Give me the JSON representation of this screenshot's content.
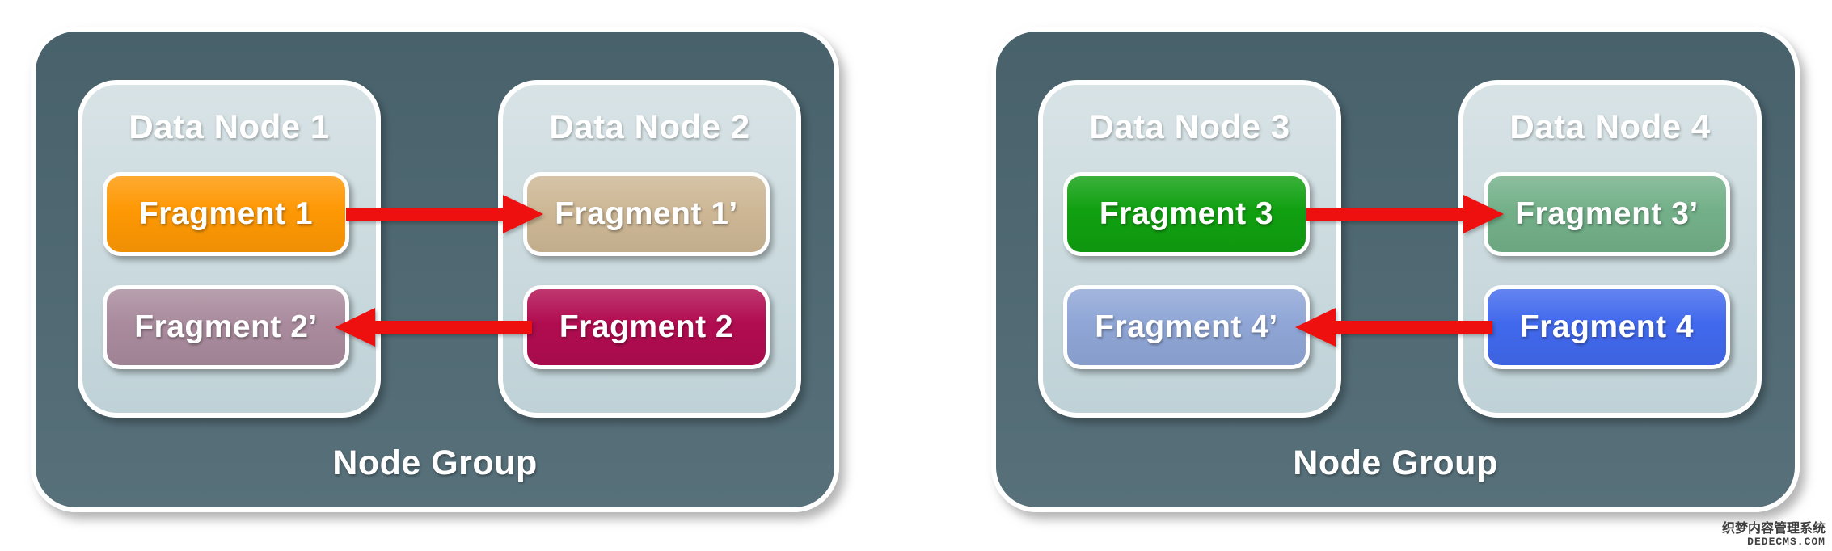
{
  "diagram": {
    "colors": {
      "arrow": "#ed100f",
      "group_top": "#48616b",
      "group_bottom": "#57707a",
      "node_top": "#d8e3e6",
      "node_bottom": "#bfd2d7",
      "label_text": "#ffffff",
      "watermark_text": "#3f3f3f"
    },
    "groups": [
      {
        "label": "Node Group",
        "nodes": [
          {
            "title": "Data Node 1",
            "fragments": [
              {
                "label": "Fragment 1",
                "color": "#fe9804"
              },
              {
                "label": "Fragment 2’",
                "color": "#a98b9d"
              }
            ]
          },
          {
            "title": "Data Node 2",
            "fragments": [
              {
                "label": "Fragment 1’",
                "color": "#cdb795"
              },
              {
                "label": "Fragment 2",
                "color": "#b10c50"
              }
            ]
          }
        ],
        "arrows": [
          {
            "from": "Fragment 1",
            "to": "Fragment 1’",
            "direction": "right"
          },
          {
            "from": "Fragment 2",
            "to": "Fragment 2’",
            "direction": "left"
          }
        ]
      },
      {
        "label": "Node Group",
        "nodes": [
          {
            "title": "Data Node 3",
            "fragments": [
              {
                "label": "Fragment 3",
                "color": "#10a010"
              },
              {
                "label": "Fragment 4’",
                "color": "#8fa6d6"
              }
            ]
          },
          {
            "title": "Data Node 4",
            "fragments": [
              {
                "label": "Fragment 3’",
                "color": "#73b089"
              },
              {
                "label": "Fragment 4",
                "color": "#4169ed"
              }
            ]
          }
        ],
        "arrows": [
          {
            "from": "Fragment 3",
            "to": "Fragment 3’",
            "direction": "right"
          },
          {
            "from": "Fragment 4",
            "to": "Fragment 4’",
            "direction": "left"
          }
        ]
      }
    ],
    "watermark": {
      "line1": "织梦内容管理系统",
      "line2": "DEDECMS.COM"
    }
  }
}
